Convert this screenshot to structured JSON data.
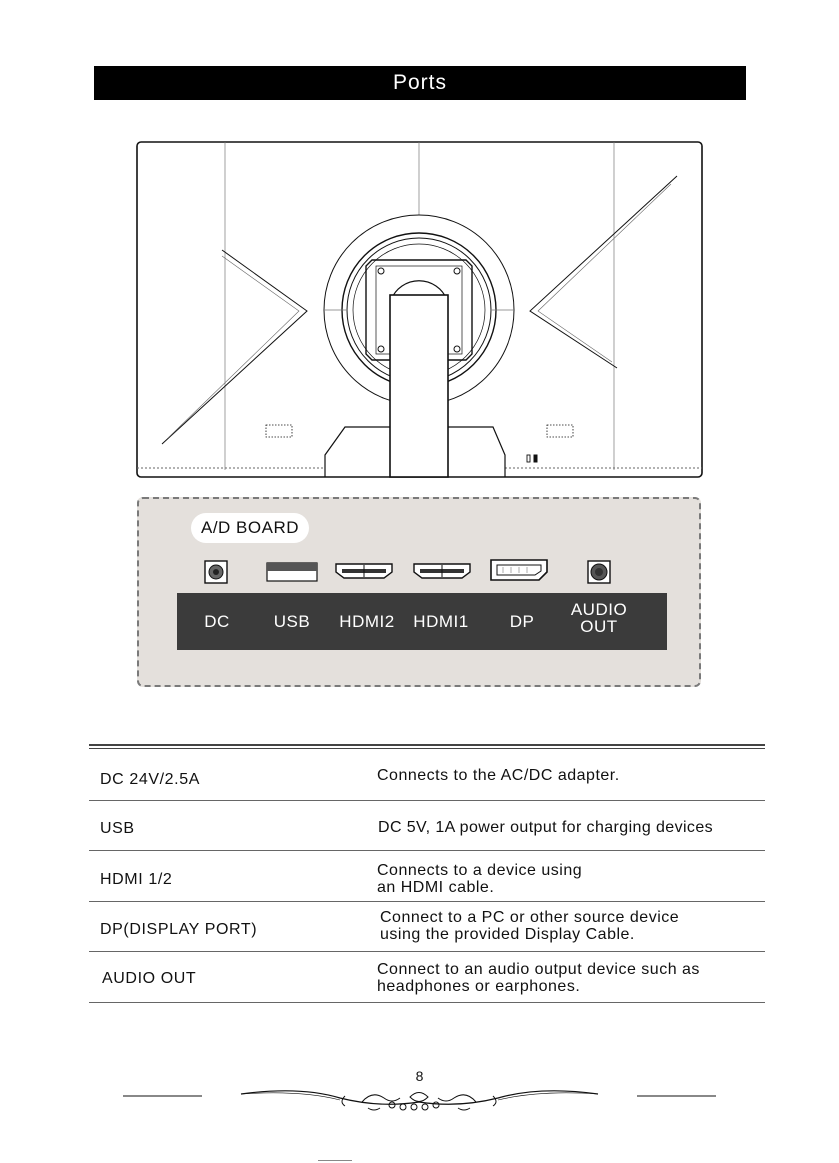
{
  "header": {
    "title": "Ports"
  },
  "board": {
    "label": "A/D BOARD",
    "ports": [
      {
        "label": "DC",
        "icon": "dc-jack-icon"
      },
      {
        "label": "USB",
        "icon": "usb-port-icon"
      },
      {
        "label": "HDMI2",
        "icon": "hdmi-port-icon"
      },
      {
        "label": "HDMI1",
        "icon": "hdmi-port-icon"
      },
      {
        "label": "DP",
        "icon": "displayport-icon"
      },
      {
        "label": "AUDIO\nOUT",
        "icon": "audio-jack-icon"
      }
    ]
  },
  "specs": [
    {
      "name": "DC 24V/2.5A",
      "desc": "Connects to the AC/DC adapter."
    },
    {
      "name": "USB",
      "desc": "DC 5V, 1A power output for charging devices"
    },
    {
      "name": "HDMI 1/2",
      "desc": "Connects to a device using\nan HDMI cable."
    },
    {
      "name": "DP(DISPLAY PORT)",
      "desc": "Connect to a PC or other source device\nusing the provided Display Cable."
    },
    {
      "name": "AUDIO OUT",
      "desc": "Connect to an audio output device such as\nheadphones or earphones."
    }
  ],
  "footer": {
    "page_number": "8"
  }
}
